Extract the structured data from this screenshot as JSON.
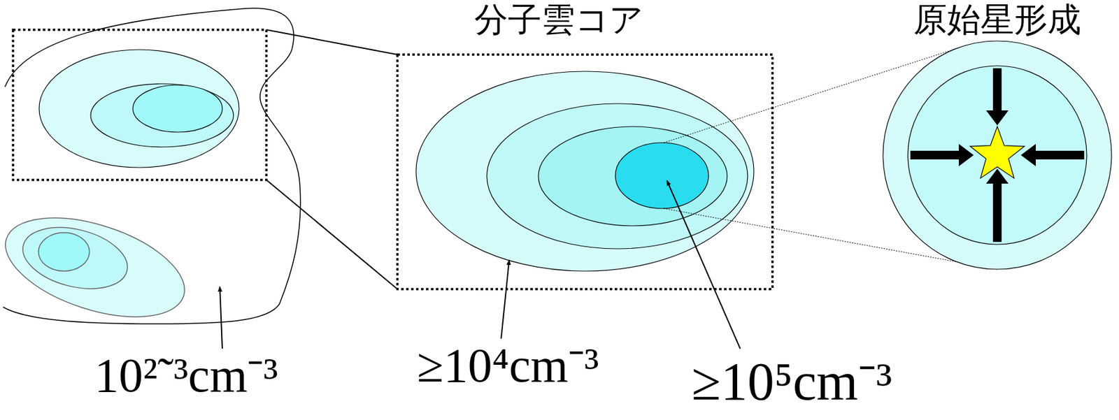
{
  "diagram": {
    "nodes": [
      {
        "text": [
          "分子雲コア"
        ]
      },
      {
        "text": [
          "原始星形成"
        ]
      }
    ],
    "labels": [
      "10²˜³cm⁻³",
      "≥10⁴cm⁻³",
      "≥10⁵cm⁻³"
    ]
  }
}
